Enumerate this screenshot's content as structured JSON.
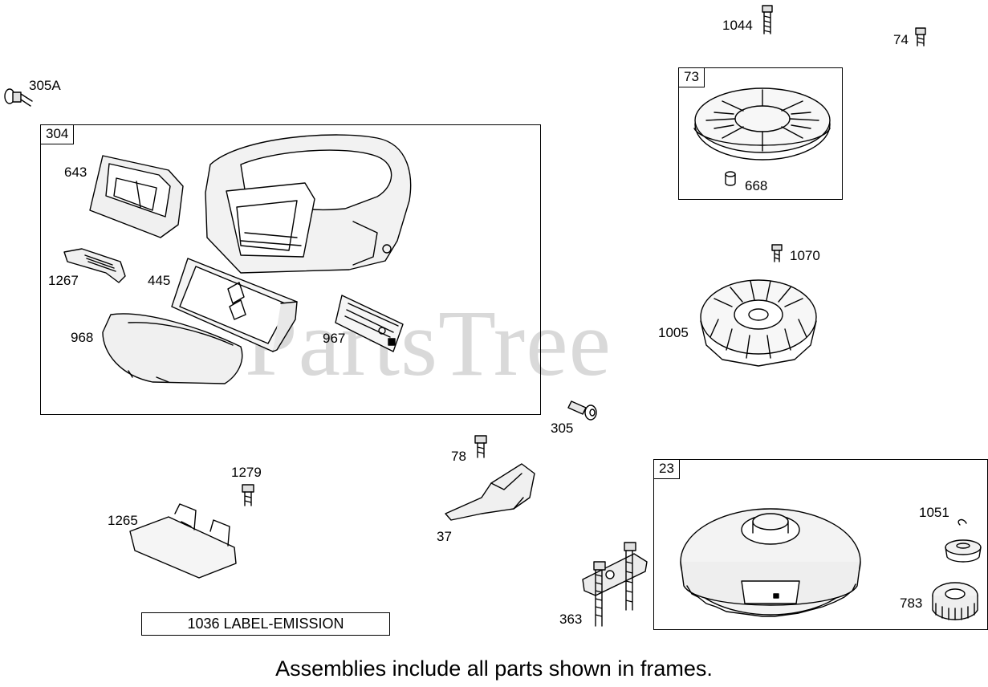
{
  "watermark": "PartsTree",
  "frames": {
    "f304": "304",
    "f73": "73",
    "f23": "23"
  },
  "labels": {
    "p305A": "305A",
    "p643": "643",
    "p1267": "1267",
    "p445": "445",
    "p968": "968",
    "p967": "967",
    "p1044": "1044",
    "p74": "74",
    "p668": "668",
    "p1070": "1070",
    "p1005": "1005",
    "p305": "305",
    "p78": "78",
    "p37": "37",
    "p1279": "1279",
    "p1265": "1265",
    "p363": "363",
    "p1051": "1051",
    "p783": "783"
  },
  "emission_label": "1036 LABEL-EMISSION",
  "footer": "Assemblies include all parts shown in frames."
}
